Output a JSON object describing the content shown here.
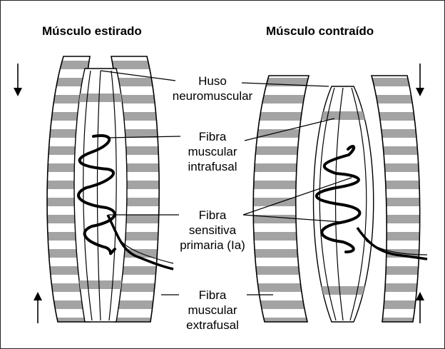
{
  "titles": {
    "stretched": "Músculo estirado",
    "contracted": "Músculo contraído"
  },
  "labels": {
    "spindle": [
      "Huso",
      "neuromuscular"
    ],
    "intrafusal": [
      "Fibra",
      "muscular",
      "intrafusal"
    ],
    "sensory": [
      "Fibra",
      "sensitiva",
      "primaria (Ia)"
    ],
    "extrafusal": [
      "Fibra",
      "muscular",
      "extrafusal"
    ]
  },
  "colors": {
    "stripe": "#a3a3a3",
    "line": "#000000",
    "background": "#ffffff"
  }
}
